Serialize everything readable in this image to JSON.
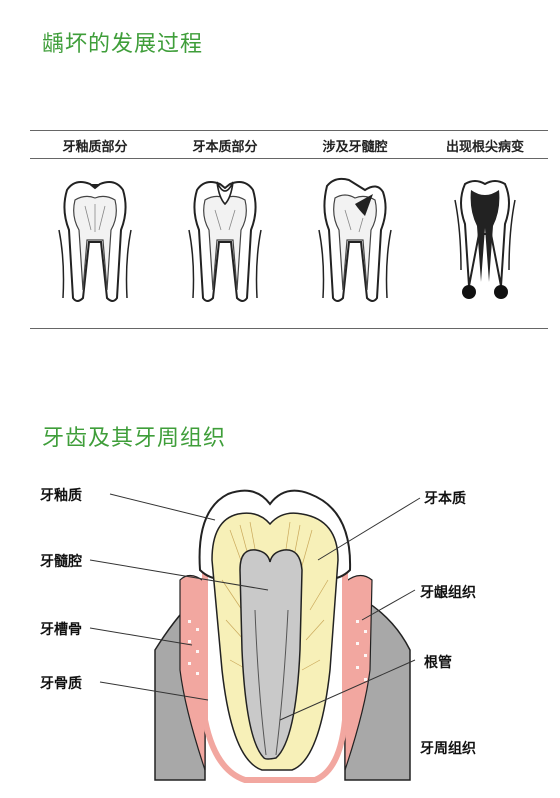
{
  "titles": {
    "caries": "龋坏的发展过程",
    "anatomy": "牙齿及其牙周组织"
  },
  "stages": [
    {
      "label": "牙釉质部分"
    },
    {
      "label": "牙本质部分"
    },
    {
      "label": "涉及牙髓腔"
    },
    {
      "label": "出现根尖病变"
    }
  ],
  "anatomy_labels": {
    "enamel": "牙釉质",
    "pulp": "牙髓腔",
    "alveolar_bone": "牙槽骨",
    "cementum": "牙骨质",
    "dentin": "牙本质",
    "gingiva": "牙龈组织",
    "root_canal": "根管",
    "periodontium": "牙周组织"
  },
  "colors": {
    "title_green": "#3f9e3a",
    "dentin_yellow": "#f7f0b8",
    "pulp_gray": "#c9c9c9",
    "bone_gray": "#a8a8a8",
    "gum_pink": "#f2a7a0"
  }
}
